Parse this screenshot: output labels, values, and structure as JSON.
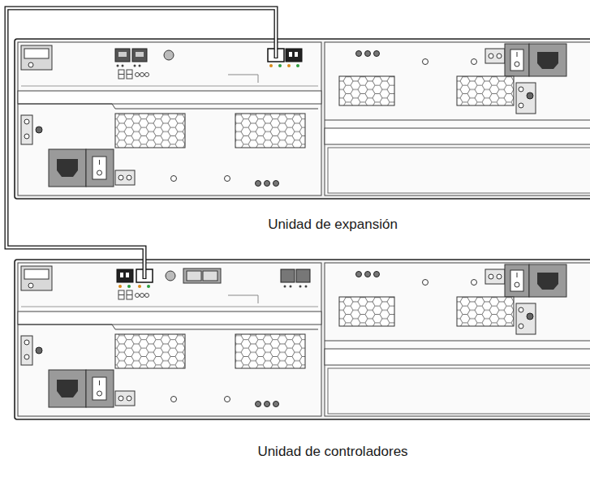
{
  "diagram": {
    "nodes": [
      {
        "text": [
          "Unidad de expansión"
        ]
      },
      {
        "text": [
          "Unidad de controladores"
        ]
      }
    ],
    "edges": [
      {
        "from": 1,
        "to": 0,
        "arrow": "none"
      }
    ]
  }
}
